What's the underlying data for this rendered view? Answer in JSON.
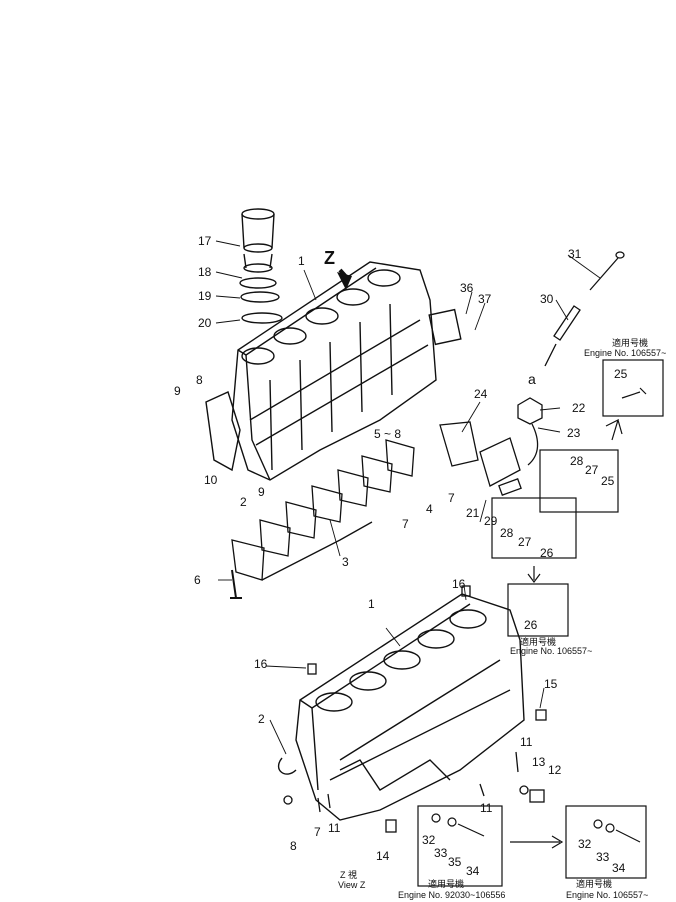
{
  "diagram": {
    "view_marker": "Z",
    "detail_marker": "a",
    "parts": {
      "p1": "1",
      "p1b": "1",
      "p2": "2",
      "p2b": "2",
      "p3": "3",
      "p4": "4",
      "p5_8": "5 ~ 8",
      "p6": "6",
      "p7a": "7",
      "p7b": "7",
      "p7c": "7",
      "p8": "8",
      "p8b": "8",
      "p9a": "9",
      "p9b": "9",
      "p10": "10",
      "p11a": "11",
      "p11b": "11",
      "p11c": "11",
      "p12": "12",
      "p13": "13",
      "p14": "14",
      "p15": "15",
      "p16a": "16",
      "p16b": "16",
      "p17": "17",
      "p18": "18",
      "p19": "19",
      "p20": "20",
      "p21": "21",
      "p22": "22",
      "p23": "23",
      "p24": "24",
      "p25a": "25",
      "p25b": "25",
      "p26a": "26",
      "p26b": "26",
      "p27a": "27",
      "p27b": "27",
      "p28a": "28",
      "p28b": "28",
      "p29": "29",
      "p30": "30",
      "p31": "31",
      "p32a": "32",
      "p32b": "32",
      "p33a": "33",
      "p33b": "33",
      "p34a": "34",
      "p34b": "34",
      "p35": "35",
      "p36": "36",
      "p37": "37"
    },
    "notes": {
      "applicable_cn": "適用号機",
      "eng_106557_top": "Engine No. 106557~",
      "eng_106557_mid": "Engine No. 106557~",
      "eng_92030": "Engine No. 92030~106556",
      "eng_106557_bot": "Engine No. 106557~",
      "view_z_cn": "Z 視",
      "view_z": "View Z"
    }
  }
}
